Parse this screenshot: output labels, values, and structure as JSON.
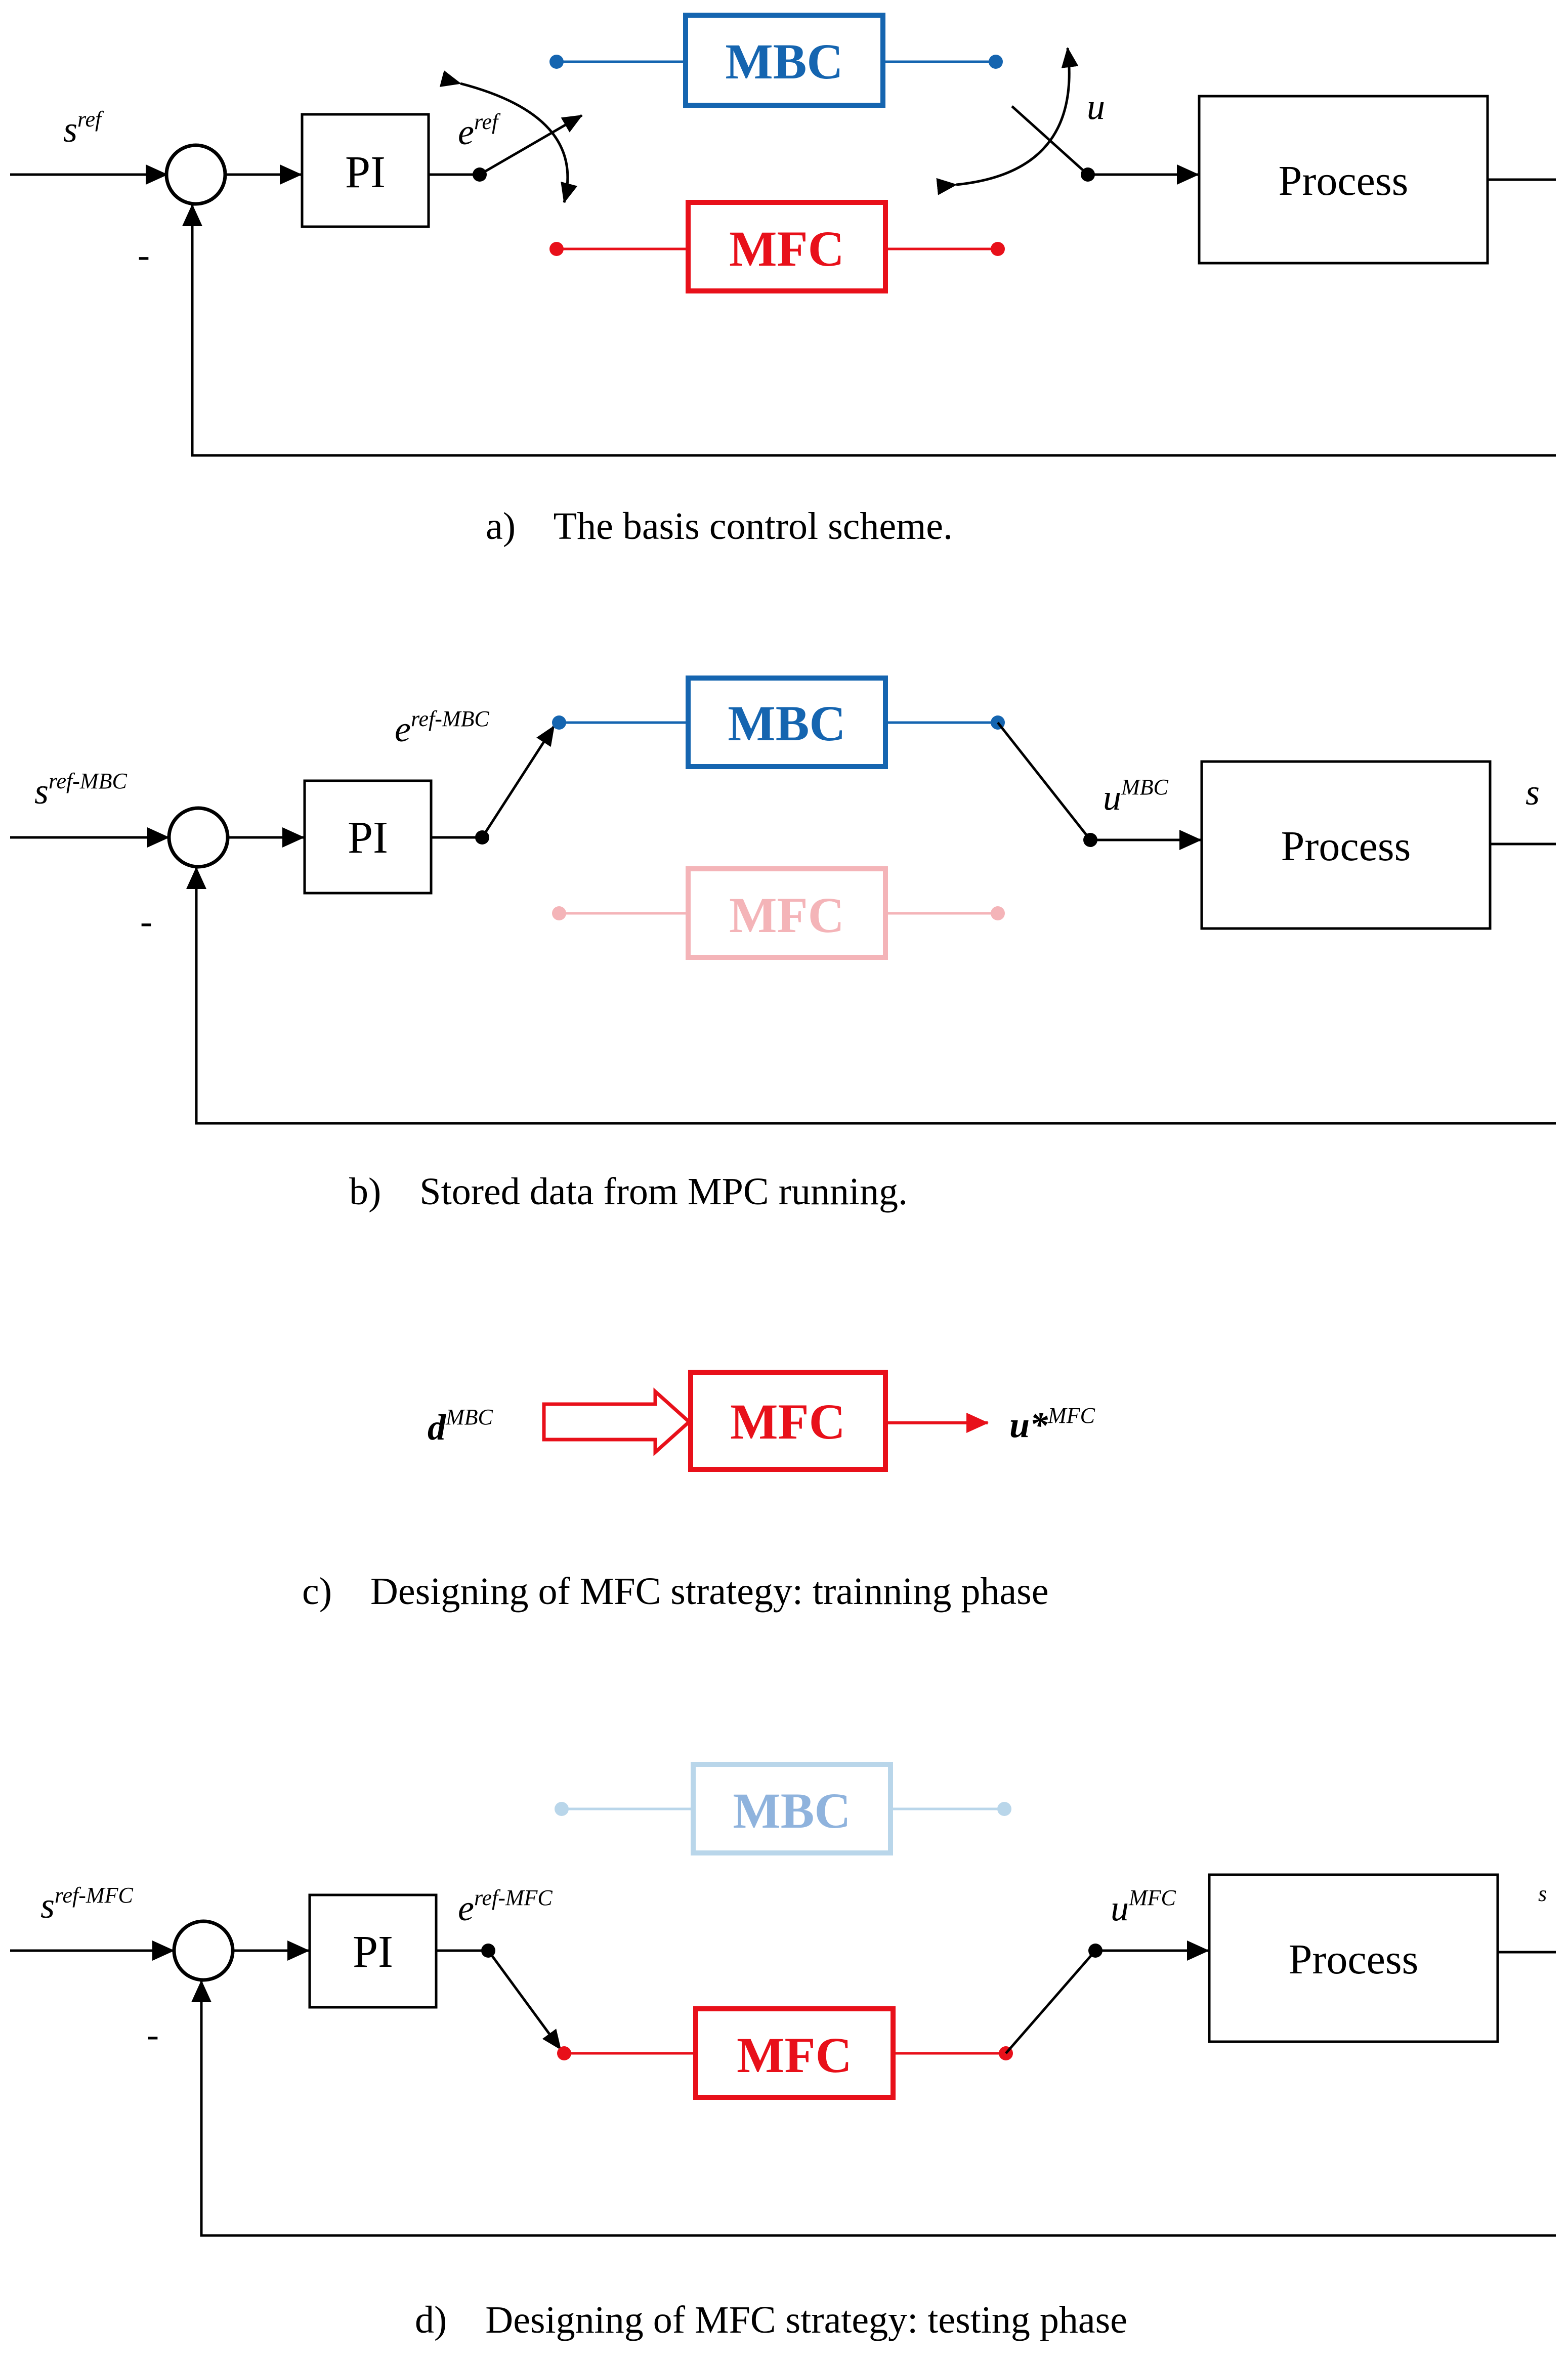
{
  "colors": {
    "black": "#000000",
    "mbc_blue": "#1565b0",
    "mfc_red": "#e8101a",
    "faded_red": "#f4b4b8",
    "faded_blue": "#b9d6ea",
    "faded_blue_text": "#8fb3dd"
  },
  "panel_a": {
    "caption": "a)    The basis control scheme.",
    "pi_label": "PI",
    "mbc_label": "MBC",
    "mfc_label": "MFC",
    "process_label": "Process",
    "input_base": "s",
    "input_sup": "ref",
    "error_base": "e",
    "error_sup": "ref",
    "u_label": "u",
    "minus": "-"
  },
  "panel_b": {
    "caption": "b)    Stored data from MPC running.",
    "pi_label": "PI",
    "mbc_label": "MBC",
    "mfc_label": "MFC",
    "process_label": "Process",
    "input_base": "s",
    "input_sup": "ref-MBC",
    "error_base": "e",
    "error_sup": "ref-MBC",
    "u_base": "u",
    "u_sup": "MBC",
    "output_cut": "s",
    "minus": "-"
  },
  "panel_c": {
    "caption": "c)    Designing of MFC strategy: trainning phase",
    "mfc_label": "MFC",
    "d_base": "d",
    "d_sup": "MBC",
    "u_base": "u*",
    "u_sup": "MFC"
  },
  "panel_d": {
    "caption": "d)    Designing of MFC strategy: testing phase",
    "pi_label": "PI",
    "mbc_label": "MBC",
    "mfc_label": "MFC",
    "process_label": "Process",
    "input_base": "s",
    "input_sup": "ref-MFC",
    "error_base": "e",
    "error_sup": "ref-MFC",
    "u_base": "u",
    "u_sup": "MFC",
    "output_cut": "s",
    "minus": "-"
  }
}
